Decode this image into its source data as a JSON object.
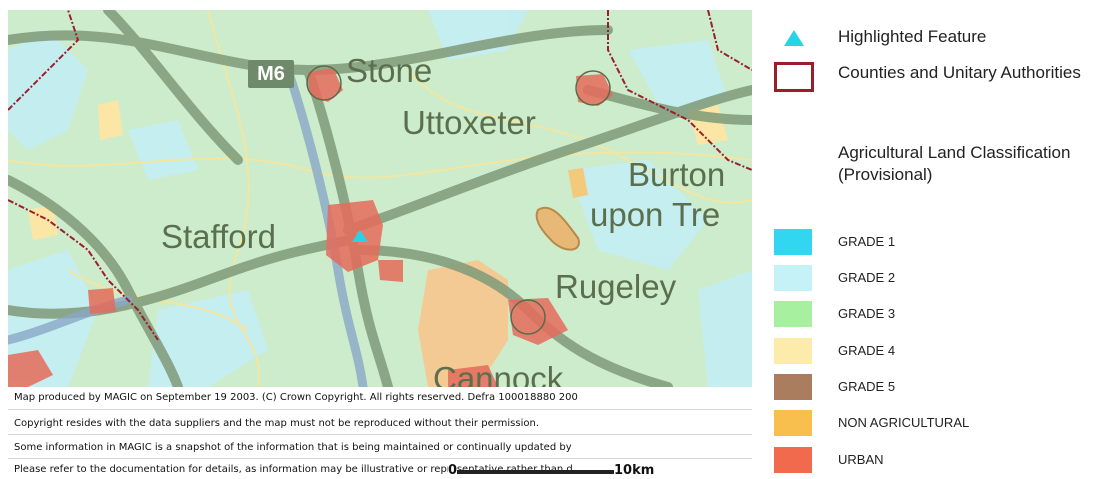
{
  "map": {
    "road_label": "M6",
    "places": [
      {
        "name": "Stone",
        "id": "stone"
      },
      {
        "name": "Uttoxeter",
        "id": "uttoxeter"
      },
      {
        "name": "Burton",
        "id": "burton"
      },
      {
        "name": "upon Tre",
        "id": "upon-tre"
      },
      {
        "name": "Stafford",
        "id": "stafford"
      },
      {
        "name": "Rugeley",
        "id": "rugeley"
      },
      {
        "name": "Cannock",
        "id": "cannock"
      }
    ]
  },
  "notes": [
    "Map produced by MAGIC on September 19 2003. (C) Crown Copyright. All rights reserved. Defra 100018880 200",
    "Copyright resides with the data suppliers and the map must not be reproduced without their permission.",
    "Some information in MAGIC is a snapshot of the information that is being maintained or continually updated by",
    "Please refer to the documentation for details, as information may be illustrative or representative rather than d"
  ],
  "scale": {
    "start": "0",
    "end": "10km"
  },
  "legend": {
    "highlighted": {
      "label": "Highlighted Feature",
      "icon": "triangle-icon",
      "color": "#27d3e8"
    },
    "boundaries": {
      "label": "Counties and Unitary Authorities",
      "color": "#9b1f2b"
    },
    "alc_title": "Agricultural Land Classification (Provisional)",
    "grades": [
      {
        "label": "GRADE 1",
        "color": "#33d6f0"
      },
      {
        "label": "GRADE 2",
        "color": "#c4f2f7"
      },
      {
        "label": "GRADE 3",
        "color": "#a6f0a0"
      },
      {
        "label": "GRADE 4",
        "color": "#fcebaa"
      },
      {
        "label": "GRADE 5",
        "color": "#a97d5d"
      },
      {
        "label": "NON AGRICULTURAL",
        "color": "#f8bf4f"
      },
      {
        "label": "URBAN",
        "color": "#f26a4e"
      }
    ]
  }
}
